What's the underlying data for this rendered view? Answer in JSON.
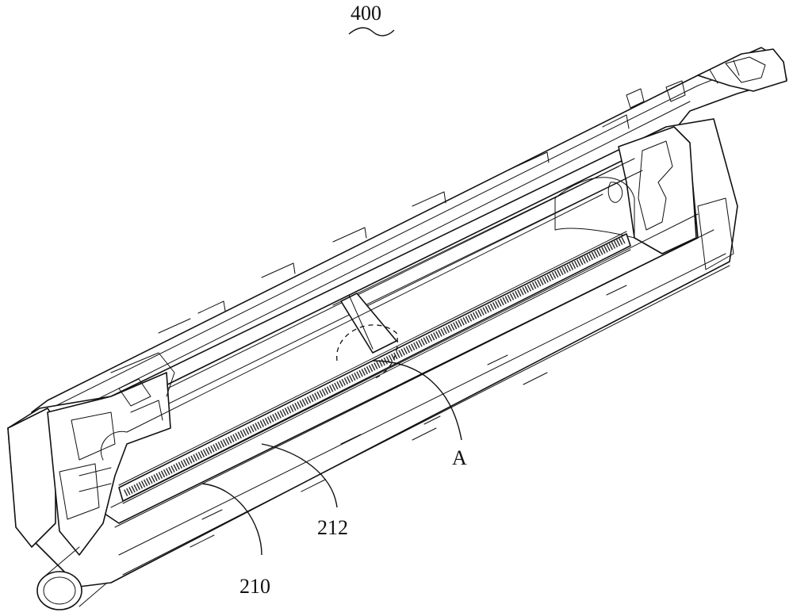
{
  "figure": {
    "assembly_label": "400",
    "callouts": [
      {
        "id": "label-a",
        "text": "A"
      },
      {
        "id": "label-212",
        "text": "212"
      },
      {
        "id": "label-210",
        "text": "210"
      }
    ]
  },
  "colors": {
    "line": "#111111",
    "background": "#ffffff",
    "filter_mesh": "#333333"
  }
}
